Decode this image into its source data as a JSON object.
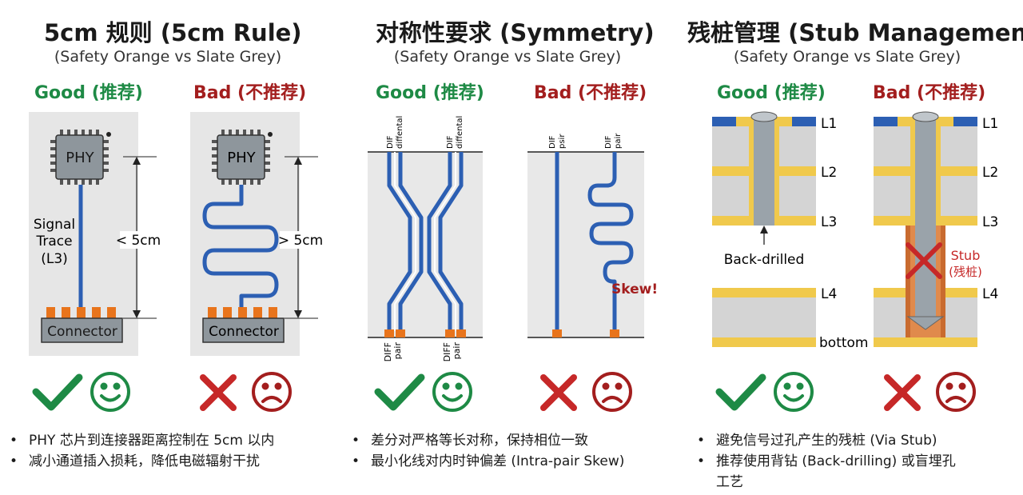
{
  "panels": [
    {
      "title": "5cm 规则 (5cm Rule)",
      "subtitle": "(Safety Orange vs Slate Grey)",
      "good_label": "Good (推荐)",
      "bad_label": "Bad (不推荐)",
      "bullets": [
        "PHY 芯片到连接器距离控制在 5cm 以内",
        "减小通道插入损耗，降低电磁辐射干扰"
      ]
    },
    {
      "title": "对称性要求 (Symmetry)",
      "subtitle": "(Safety Orange vs Slate Grey)",
      "good_label": "Good (推荐)",
      "bad_label": "Bad (不推荐)",
      "bullets": [
        "差分对严格等长对称，保持相位一致",
        "最小化线对内时钟偏差 (Intra-pair Skew)"
      ]
    },
    {
      "title": "残桩管理 (Stub Management)",
      "subtitle": "(Safety Orange vs Slate Grey)",
      "good_label": "Good (推荐)",
      "bad_label": "Bad (不推荐)",
      "bullets": [
        "避免信号过孔产生的残桩 (Via Stub)",
        "推荐使用背钻 (Back-drilling) 或盲埋孔",
        "工艺"
      ]
    }
  ],
  "rule_diagram": {
    "chip_label": "PHY",
    "connector_label": "Connector",
    "trace_label": [
      "Signal",
      "Trace",
      "(L3)"
    ],
    "good_length": "< 5cm",
    "bad_length": "> 5cm"
  },
  "symmetry_diagram": {
    "good_top": [
      "DIF",
      "diffental",
      "DIF",
      "diffental"
    ],
    "bad_top": [
      "DIF",
      "psir",
      "DIF",
      "pair"
    ],
    "bottom": [
      "DIFF",
      "pair",
      "DIFF",
      "pair"
    ],
    "skew_label": "Skew!"
  },
  "stub_diagram": {
    "layers": [
      "L1",
      "L2",
      "L3",
      "L4",
      "bottom"
    ],
    "backdrill_label": "Back-drilled",
    "stub_label": [
      "Stub",
      "(残桩)"
    ]
  },
  "colors": {
    "good": "#1e8a45",
    "bad": "#a31e1e",
    "trace": "#2c5fb3",
    "orange": "#e8741c",
    "grey": "#9aa3aa",
    "copper": "#f0c94c"
  }
}
